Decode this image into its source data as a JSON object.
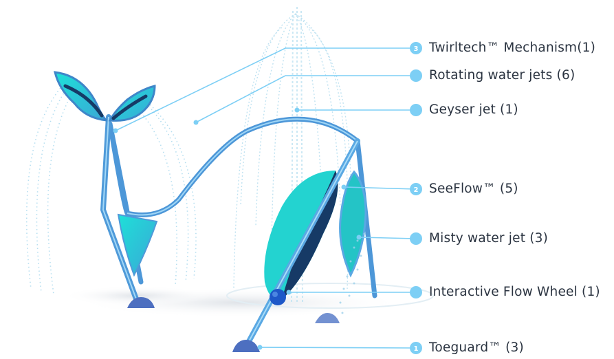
{
  "callouts": [
    {
      "id": "twirltech",
      "number": "3",
      "label": "Twirltech™ Mechanism(1)"
    },
    {
      "id": "rotating-jets",
      "number": "",
      "label": "Rotating water jets (6)"
    },
    {
      "id": "geyser",
      "number": "",
      "label": "Geyser jet (1)"
    },
    {
      "id": "seeflow",
      "number": "2",
      "label": "SeeFlow™ (5)"
    },
    {
      "id": "misty",
      "number": "",
      "label": "Misty water jet (3)"
    },
    {
      "id": "flow-wheel",
      "number": "",
      "label": "Interactive Flow Wheel (1)"
    },
    {
      "id": "toeguard",
      "number": "1",
      "label": "Toeguard™ (3)"
    }
  ],
  "colors": {
    "accent": "#7dcff5",
    "pipe": "#5aa8e3",
    "pipe_dark": "#3f86c9",
    "teal": "#22c9c9",
    "navy": "#163a66",
    "base": "#5b7ec9"
  }
}
